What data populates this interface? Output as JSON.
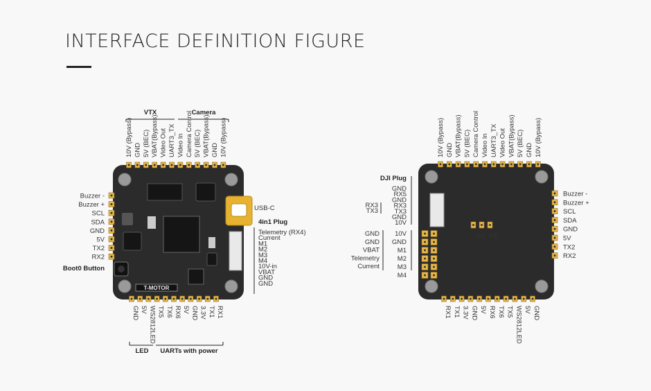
{
  "title": "INTERFACE DEFINITION FIGURE",
  "colors": {
    "board": "#2b2b2b",
    "pad": "#e8b84a",
    "usb": "#e6b230",
    "hole": "#9a9a9a"
  },
  "front": {
    "group_vtx": "VTX",
    "group_camera": "Camera",
    "top_pins": [
      "10V (Bypass)",
      "GND",
      "5V (BEC)",
      "VBAT(Bypass)",
      "Video Out",
      "UART3_TX",
      "Video In",
      "Camera Control",
      "5V (BEC)",
      "VBAT(Bypass)",
      "GND",
      "10V (Bypass)"
    ],
    "left_pins": [
      "Buzzer -",
      "Buzzer +",
      "SCL",
      "SDA",
      "GND",
      "5V",
      "TX2",
      "RX2"
    ],
    "boot_button": "Boot0 Button",
    "usb_label": "USB-C",
    "plug_title": "4in1 Plug",
    "plug_pins": [
      "Telemetry (RX4)",
      "Current",
      "M1",
      "M2",
      "M3",
      "M4",
      "10V-in",
      "VBAT",
      "GND",
      "GND"
    ],
    "bottom_pins": [
      "GND",
      "5V",
      "WS2812LED",
      "TX5",
      "TX6",
      "RX6",
      "5V",
      "GND",
      "3.3V",
      "TX1",
      "RX1"
    ],
    "group_led": "LED",
    "group_uarts": "UARTs with power",
    "logo": "T-MOTOR"
  },
  "back": {
    "top_pins": [
      "10V (Bypass)",
      "GND",
      "VBAT(Bypass)",
      "5V (BEC)",
      "Camera Control",
      "Video In",
      "UART3_TX",
      "Video Out",
      "VBAT(Bypass)",
      "5V (BEC)",
      "GND",
      "10V (Bypass)"
    ],
    "right_pins": [
      "Buzzer -",
      "Buzzer +",
      "SCL",
      "SDA",
      "GND",
      "5V",
      "TX2",
      "RX2"
    ],
    "dji_title": "DJI Plug",
    "dji_pins": [
      "GND",
      "RX5",
      "GND",
      "RX3",
      "TX3",
      "GND",
      "10V"
    ],
    "dji_side": [
      "RX3",
      "TX3"
    ],
    "motor_pins": [
      "10V",
      "GND",
      "M1",
      "M2",
      "M3",
      "M4"
    ],
    "motor_side": [
      "GND",
      "GND",
      "VBAT",
      "Telemetry",
      "Current"
    ],
    "m6": "M6",
    "m5": "M5",
    "bottom_pins": [
      "RX1",
      "TX1",
      "3.3V",
      "GND",
      "5V",
      "RX6",
      "TX6",
      "TX5",
      "WS2812LED",
      "5V",
      "GND"
    ]
  }
}
